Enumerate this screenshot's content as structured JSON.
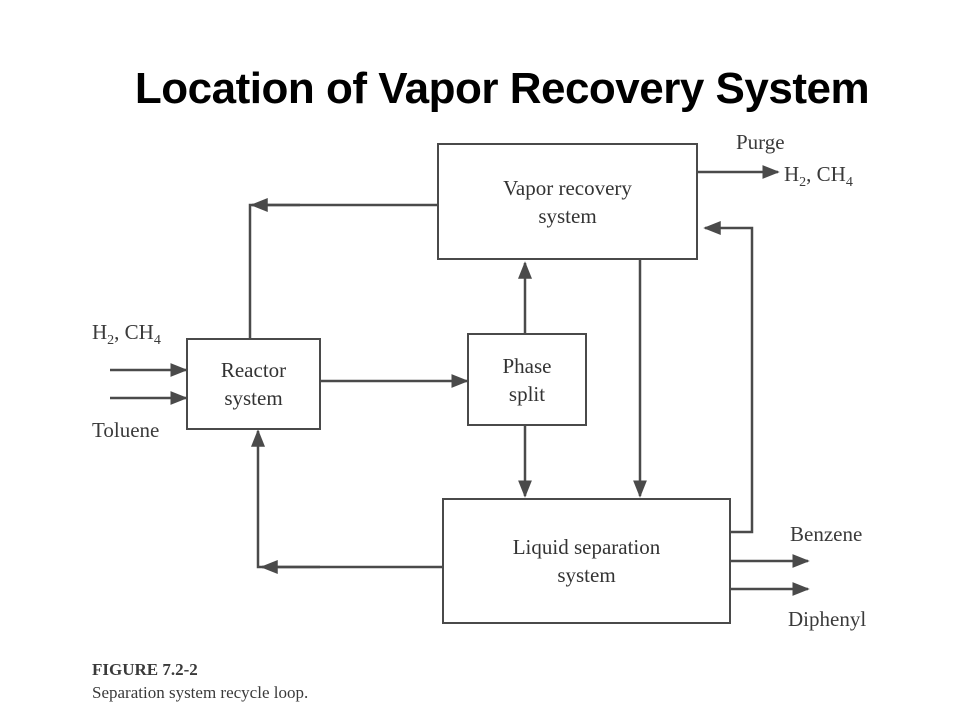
{
  "title": "Location of Vapor Recovery System",
  "boxes": {
    "vapor_recovery": "Vapor recovery\nsystem",
    "reactor": "Reactor\nsystem",
    "phase_split": "Phase\nsplit",
    "liquid_separation": "Liquid separation\nsystem"
  },
  "streams": {
    "purge": "Purge",
    "purge_h2_ch4": {
      "h": "H",
      "s1": "2",
      "mid": ", CH",
      "s2": "4"
    },
    "feed_h2_ch4": {
      "h": "H",
      "s1": "2",
      "mid": ", CH",
      "s2": "4"
    },
    "toluene": "Toluene",
    "benzene": "Benzene",
    "diphenyl": "Diphenyl"
  },
  "figure": {
    "number": "FIGURE  7.2-2",
    "caption": "Separation system recycle loop."
  },
  "colors": {
    "line": "#4a4a4a",
    "text": "#333333"
  }
}
